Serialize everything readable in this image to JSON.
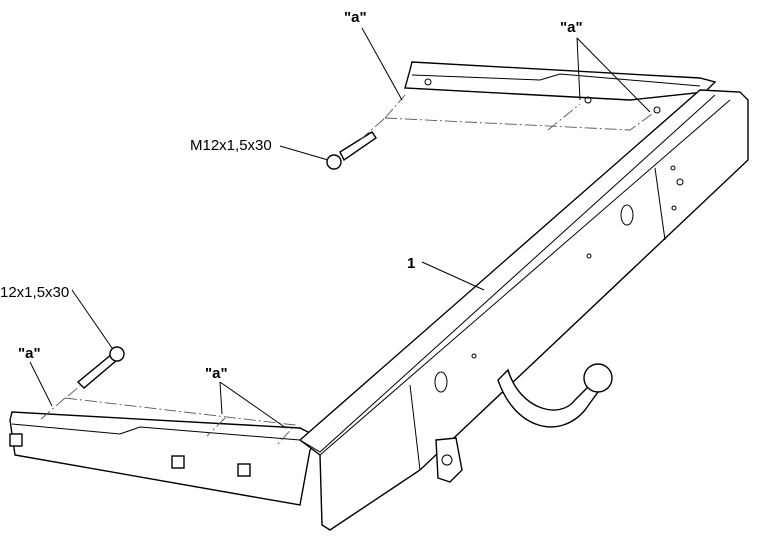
{
  "labels": {
    "bolt_top": "M12x1,5x30",
    "bolt_left": "12x1,5x30",
    "part_number": "1",
    "ref_a_top_left": "\"a\"",
    "ref_a_top_right": "\"a\"",
    "ref_a_left": "\"a\"",
    "ref_a_bottom_mid": "\"a\""
  }
}
